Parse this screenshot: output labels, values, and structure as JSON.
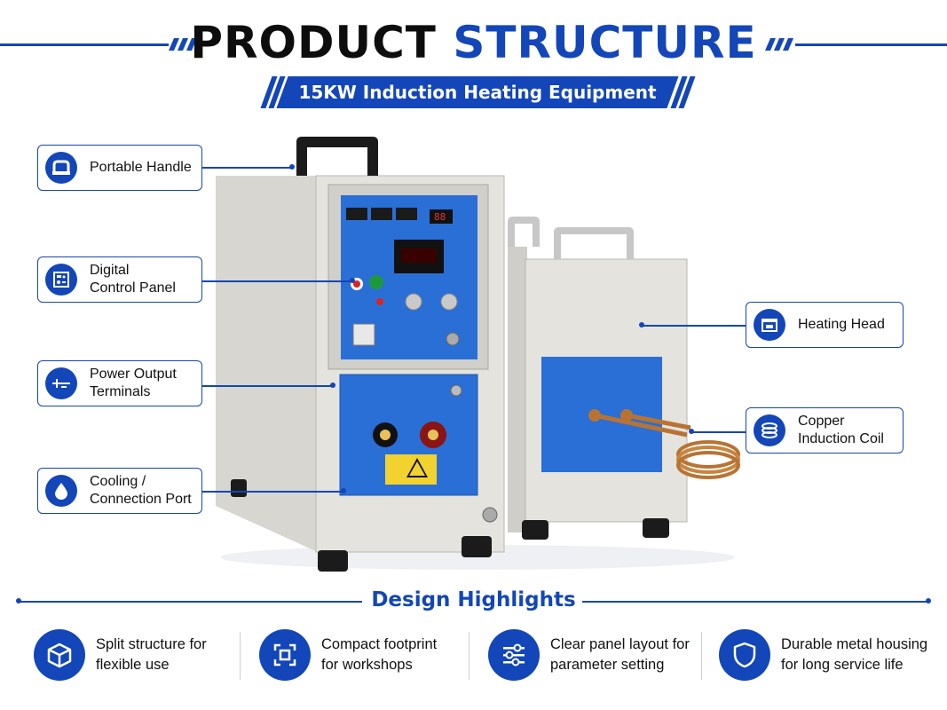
{
  "header": {
    "title_part1": "PRODUCT",
    "title_part2": "STRUCTURE",
    "subtitle": "15KW Induction Heating Equipment"
  },
  "colors": {
    "accent": "#1346b8",
    "text": "#111111",
    "panel_blue": "#2a6fd6"
  },
  "callouts_left": [
    {
      "label": "Portable Handle",
      "icon": "handle-icon"
    },
    {
      "label": "Digital\nControl Panel",
      "icon": "control-panel-icon"
    },
    {
      "label": "Power Output\nTerminals",
      "icon": "terminals-icon"
    },
    {
      "label": "Cooling /\nConnection Port",
      "icon": "water-drop-icon"
    }
  ],
  "callouts_right": [
    {
      "label": "Heating Head",
      "icon": "heating-head-icon"
    },
    {
      "label": "Copper\nInduction Coil",
      "icon": "coil-icon"
    }
  ],
  "highlights_title": "Design Highlights",
  "highlights": [
    {
      "label": "Split structure for\nflexible use",
      "icon": "cube-icon"
    },
    {
      "label": "Compact footprint\nfor workshops",
      "icon": "compact-icon"
    },
    {
      "label": "Clear panel layout for\nparameter setting",
      "icon": "sliders-icon"
    },
    {
      "label": "Durable metal housing\nfor long service life",
      "icon": "shield-icon"
    }
  ]
}
